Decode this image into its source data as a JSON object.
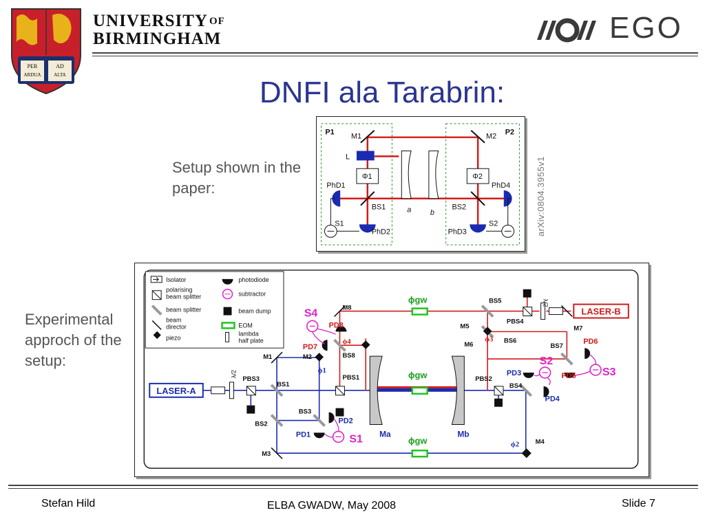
{
  "header": {
    "university_line1": "UNIVERSITY",
    "university_of": "OF",
    "university_line2": "BIRMINGHAM",
    "crest_motto": [
      "PER",
      "AD",
      "ARDUA",
      "ALTA"
    ],
    "ego_logo": "EGO"
  },
  "slide": {
    "title": "DNFI ala Tarabrin:",
    "caption_setup": "Setup shown in the paper:",
    "caption_experimental": "Experimental approch of the setup:",
    "arxiv_id": "arXiv:0804.3955v1"
  },
  "figure_paper": {
    "labels": {
      "p1": "P1",
      "p2": "P2",
      "m1": "M1",
      "m2": "M2",
      "l": "L",
      "phi1": "Φ1",
      "phi2": "Φ2",
      "phd1": "PhD1",
      "phd2": "PhD2",
      "phd3": "PhD3",
      "phd4": "PhD4",
      "bs1": "BS1",
      "bs2": "BS2",
      "s1": "S1",
      "s2": "S2",
      "a": "a",
      "b": "b"
    }
  },
  "figure_experiment": {
    "legend": {
      "isolator": "Isolator",
      "polarising_bs": "polarising beam splitter",
      "beam_splitter": "beam splitter",
      "beam_director": "beam director",
      "piezo": "piezo",
      "photodiode": "photodiode",
      "subtractor": "subtractor",
      "beam_dump": "beam dump",
      "eom": "EOM",
      "lambda_plate": "lambda half plate"
    },
    "lasers": {
      "a": "LASER-A",
      "b": "LASER-B"
    },
    "labels": {
      "s1": "S1",
      "s2": "S2",
      "s3": "S3",
      "s4": "S4",
      "pd1": "PD1",
      "pd2": "PD2",
      "pd3": "PD3",
      "pd4": "PD4",
      "pd5": "PD5",
      "pd6": "PD6",
      "pd7": "PD7",
      "pd8": "PD8",
      "m1": "M1",
      "m2": "M2",
      "m3": "M3",
      "m4": "M4",
      "m5": "M5",
      "m6": "M6",
      "m7": "M7",
      "m8": "M8",
      "bs1": "BS1",
      "bs2": "BS2",
      "bs3": "BS3",
      "bs4": "BS4",
      "bs5": "BS5",
      "bs6": "BS6",
      "bs7": "BS7",
      "bs8": "BS8",
      "pbs1": "PBS1",
      "pbs2": "PBS2",
      "pbs3": "PBS3",
      "pbs4": "PBS4",
      "ma": "Ma",
      "mb": "Mb",
      "phi1": "ϕ1",
      "phi2": "ϕ2",
      "phi3": "ϕ3",
      "phi4": "ϕ4",
      "phigw": "ϕgw",
      "lambda2": "λ/2"
    }
  },
  "footer": {
    "author": "Stefan Hild",
    "event": "ELBA GWADW, May 2008",
    "slide_number": "Slide 7"
  },
  "colors": {
    "title": "#2b3590",
    "red_beam": "#d11a1a",
    "blue_beam": "#1b2bb0",
    "magenta": "#e020c8",
    "green_eom": "#1fc41f",
    "crest_red": "#c8202a",
    "crest_gold": "#e8b21a"
  }
}
